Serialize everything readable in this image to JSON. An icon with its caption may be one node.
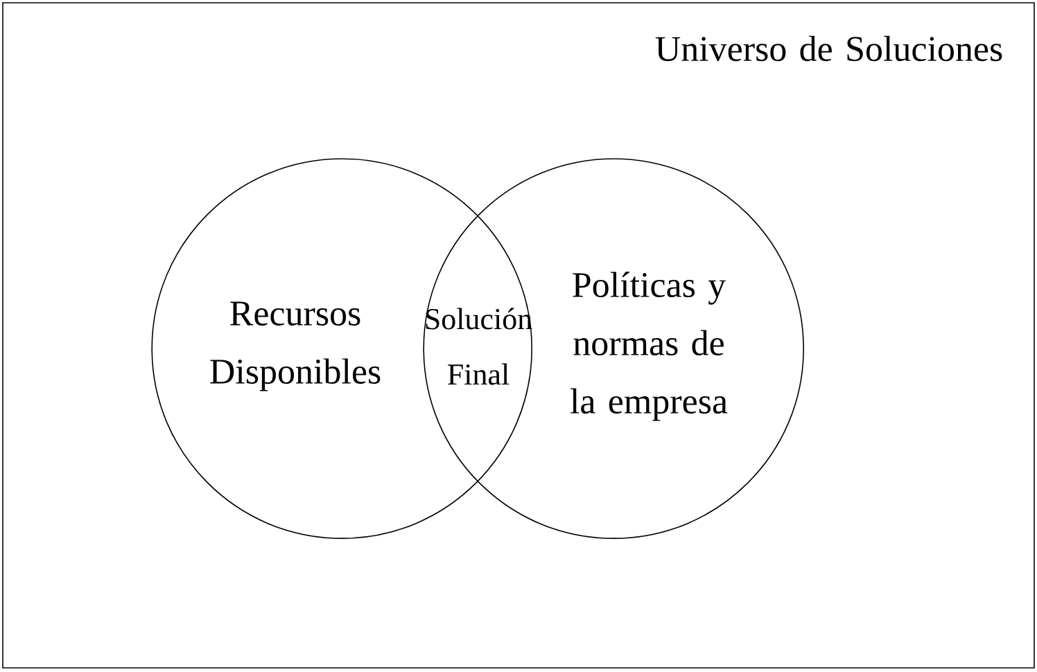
{
  "diagram": {
    "nodes": [
      {
        "text": [
          "Universo de Soluciones"
        ]
      },
      {
        "text": [
          "Recursos Disponibles"
        ],
        "in": 0
      },
      {
        "text": [
          "Políticas y normas de la empresa"
        ],
        "in": 0
      }
    ],
    "labels": [
      "Solución Final"
    ]
  }
}
